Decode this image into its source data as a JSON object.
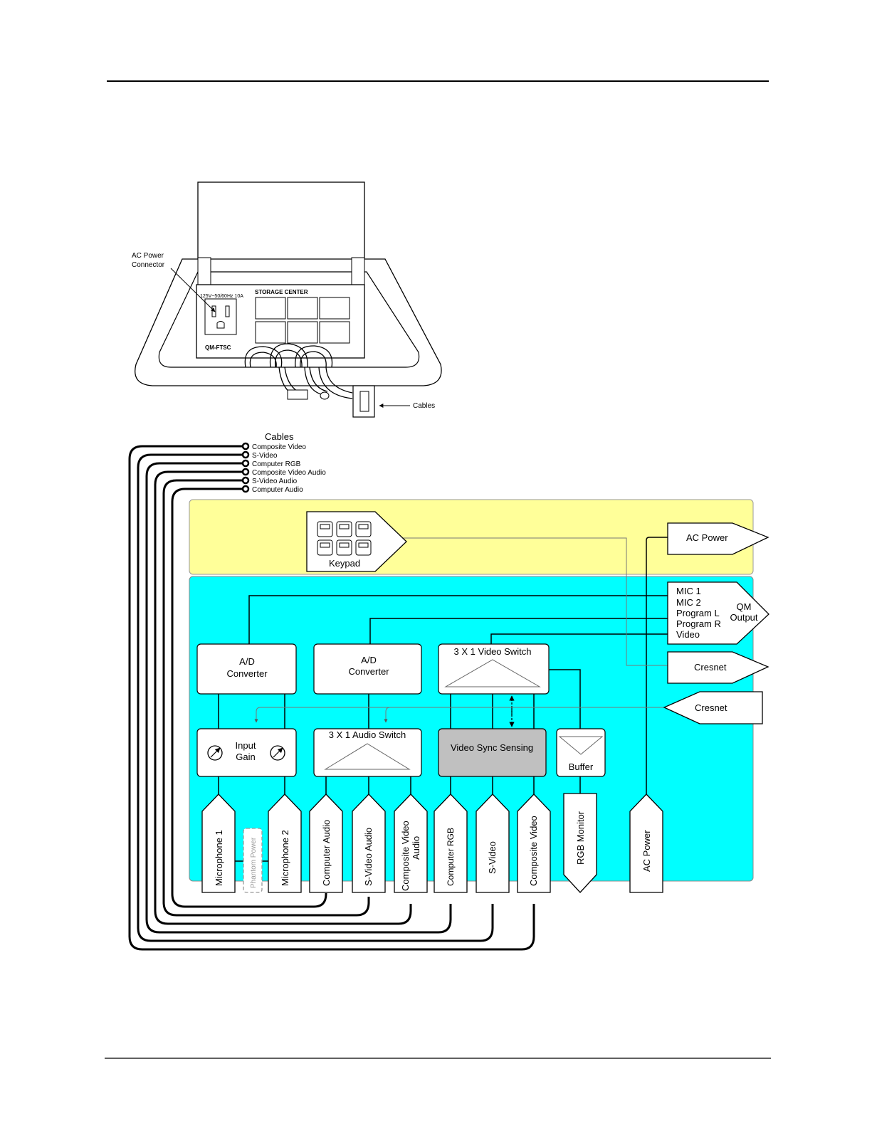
{
  "product": {
    "callout_ac_line1": "AC Power",
    "callout_ac_line2": "Connector",
    "rating": "125V~50/60Hz 10A",
    "storage_center": "STORAGE CENTER",
    "model": "QM-FTSC",
    "callout_cables": "Cables"
  },
  "cables": {
    "title": "Cables",
    "items": [
      "Composite Video",
      "S-Video",
      "Computer RGB",
      "Composite Video Audio",
      "S-Video Audio",
      "Computer Audio"
    ]
  },
  "keypad": {
    "label": "Keypad"
  },
  "outputs": {
    "ac_power": "AC Power",
    "qm_lines": [
      "MIC 1",
      "MIC 2",
      "Program L",
      "Program R",
      "Video"
    ],
    "qm_title_1": "QM",
    "qm_title_2": "Output",
    "cresnet_out": "Cresnet",
    "cresnet_in": "Cresnet"
  },
  "blocks": {
    "adc1_line1": "A/D",
    "adc1_line2": "Converter",
    "adc2_line1": "A/D",
    "adc2_line2": "Converter",
    "video_switch": "3 X 1 Video Switch",
    "gain_line1": "Input",
    "gain_line2": "Gain",
    "audio_switch": "3 X 1 Audio Switch",
    "sync": "Video Sync Sensing",
    "buffer": "Buffer"
  },
  "inputs": {
    "mic1": "Microphone 1",
    "phantom": "Phantom Power",
    "mic2": "Microphone 2",
    "comp_audio": "Computer Audio",
    "svideo_audio": "S-Video Audio",
    "cv_audio_1": "Composite Video",
    "cv_audio_2": "Audio",
    "comp_rgb": "Computer RGB",
    "svideo": "S-Video",
    "comp_video": "Composite Video",
    "rgb_monitor": "RGB Monitor",
    "ac_power": "AC Power"
  },
  "colors": {
    "keypad_zone": "#ffff99",
    "main_zone": "#00ffff",
    "sync_block": "#c0c0c0"
  }
}
